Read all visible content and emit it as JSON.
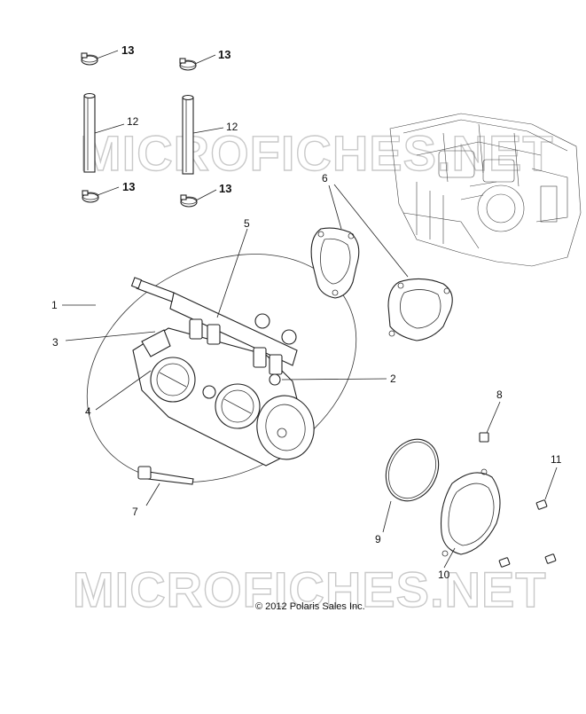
{
  "watermark": "MICROFICHES.NET",
  "copyright": "© 2012 Polaris Sales Inc.",
  "callouts": {
    "c1": "1",
    "c2": "2",
    "c3": "3",
    "c4": "4",
    "c5": "5",
    "c6": "6",
    "c7": "7",
    "c8": "8",
    "c9": "9",
    "c10": "10",
    "c11": "11",
    "c12a": "12",
    "c12b": "12",
    "c13a": "13",
    "c13b": "13",
    "c13c": "13",
    "c13d": "13"
  }
}
